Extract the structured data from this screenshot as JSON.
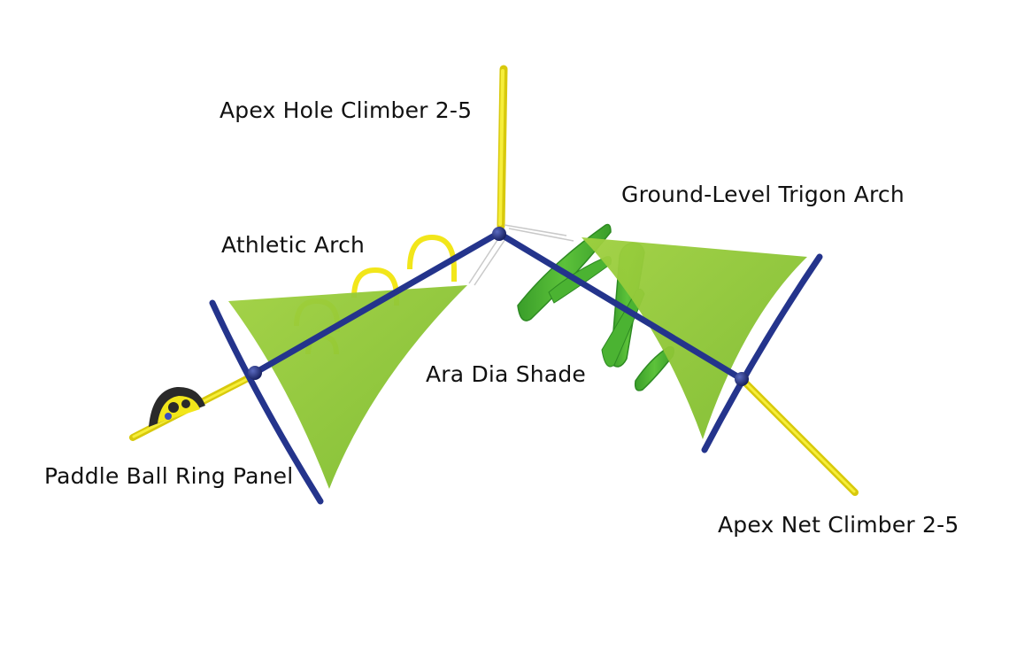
{
  "labels": {
    "apex_hole_climber": "Apex Hole Climber 2-5",
    "ground_level_trigon_arch": "Ground-Level Trigon Arch",
    "athletic_arch": "Athletic Arch",
    "ara_dia_shade": "Ara Dia Shade",
    "paddle_ball_ring_panel": "Paddle Ball Ring Panel",
    "apex_net_climber": "Apex Net Climber 2-5"
  },
  "colors": {
    "frame_blue": "#24348c",
    "climber_yellow": "#f2e61a",
    "shade_green": "#93c936",
    "trigon_green": "#46b02f",
    "background": "#ffffff"
  }
}
